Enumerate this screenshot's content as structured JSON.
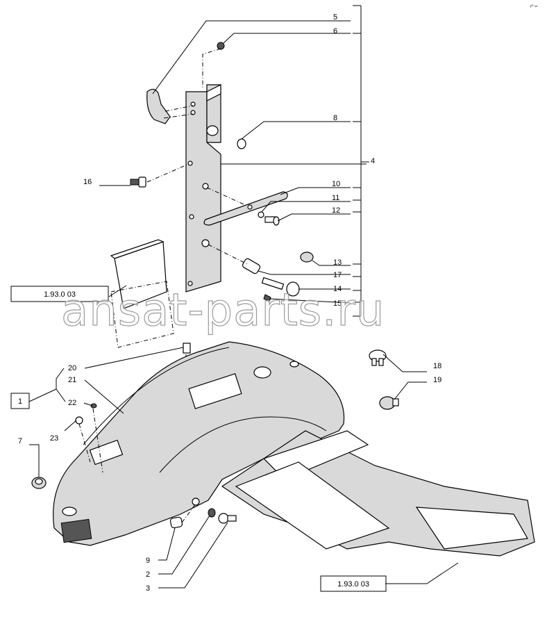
{
  "corner_mark": "r⁰ ═",
  "watermark": "ansat-parts.ru",
  "references": {
    "ref_top": "1.93.0 03",
    "ref_bottom": "1.93.0 03",
    "group_box": "1"
  },
  "callouts": [
    "5",
    "6",
    "8",
    "4",
    "16",
    "10",
    "11",
    "12",
    "13",
    "17",
    "14",
    "15",
    "18",
    "19",
    "20",
    "21",
    "22",
    "23",
    "7",
    "9",
    "2",
    "3"
  ]
}
